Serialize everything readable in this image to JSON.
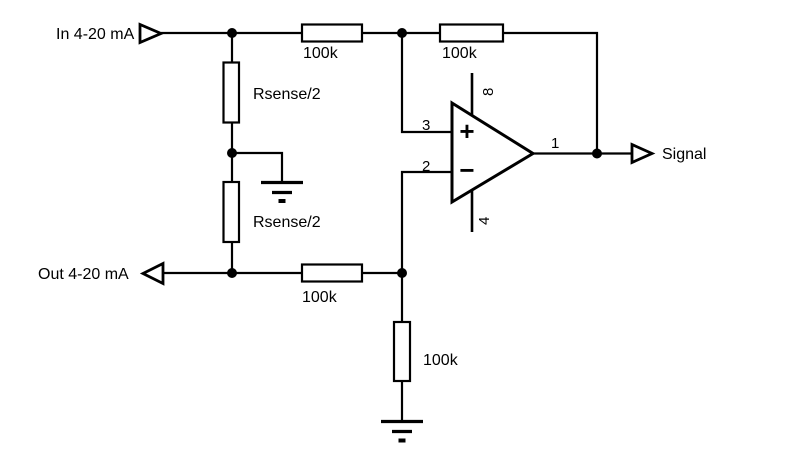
{
  "colors": {
    "stroke": "#000000",
    "background": "#ffffff"
  },
  "ports": {
    "input": {
      "label": "In 4-20 mA"
    },
    "output": {
      "label": "Out 4-20 mA"
    },
    "signal": {
      "label": "Signal"
    }
  },
  "resistors": {
    "feedback_left": {
      "value": "100k"
    },
    "feedback_right": {
      "value": "100k"
    },
    "bottom": {
      "value": "100k"
    },
    "to_ground": {
      "value": "100k"
    },
    "sense_upper": {
      "value": "Rsense/2"
    },
    "sense_lower": {
      "value": "Rsense/2"
    }
  },
  "opamp": {
    "pin_noninverting": "3",
    "pin_inverting": "2",
    "pin_output": "1",
    "pin_supply_top": "8",
    "pin_supply_bottom": "4",
    "noninverting_sign": "+",
    "inverting_sign": "−"
  }
}
